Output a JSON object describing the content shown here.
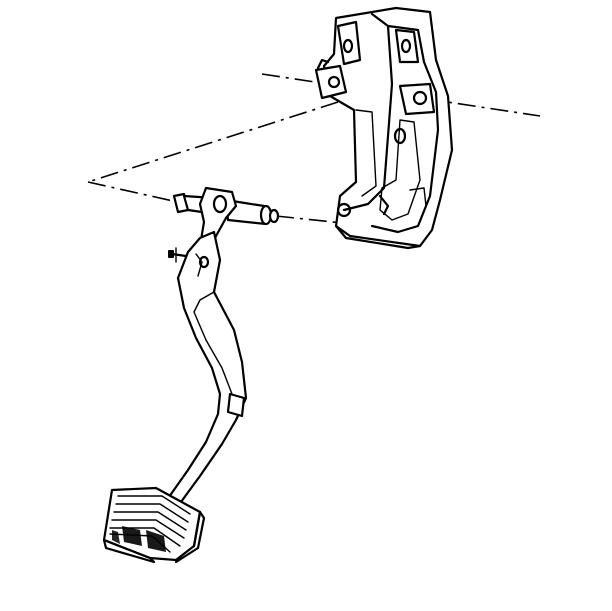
{
  "figure": {
    "subject": "brake-pedal-assembly-exploded-view",
    "line_color": "#000000",
    "background_color": "#ffffff",
    "parts": [
      {
        "id": "support-bracket",
        "icon": "bracket-icon"
      },
      {
        "id": "pivot-bolt",
        "icon": "bolt-icon"
      },
      {
        "id": "pedal-arm",
        "icon": "pedal-arm-icon"
      },
      {
        "id": "pedal-pad",
        "icon": "pedal-pad-icon"
      },
      {
        "id": "stop-lamp-switch-stud",
        "icon": "stud-icon"
      }
    ]
  }
}
